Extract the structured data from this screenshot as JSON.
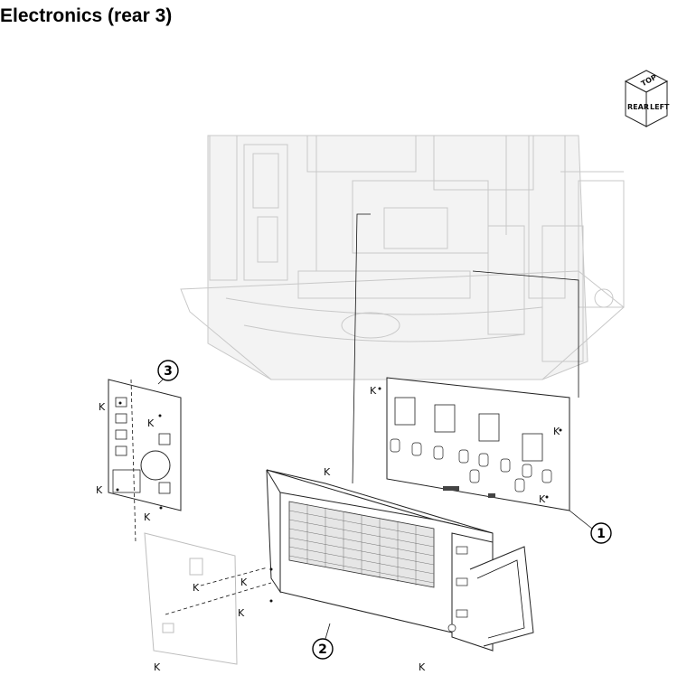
{
  "title": "Electronics (rear 3)",
  "orientation_cube": {
    "top": "TOP",
    "rear": "REAR",
    "left": "LEFT"
  },
  "callouts": {
    "c1": "1",
    "c2": "2",
    "c3": "3"
  },
  "screw_label": "K"
}
